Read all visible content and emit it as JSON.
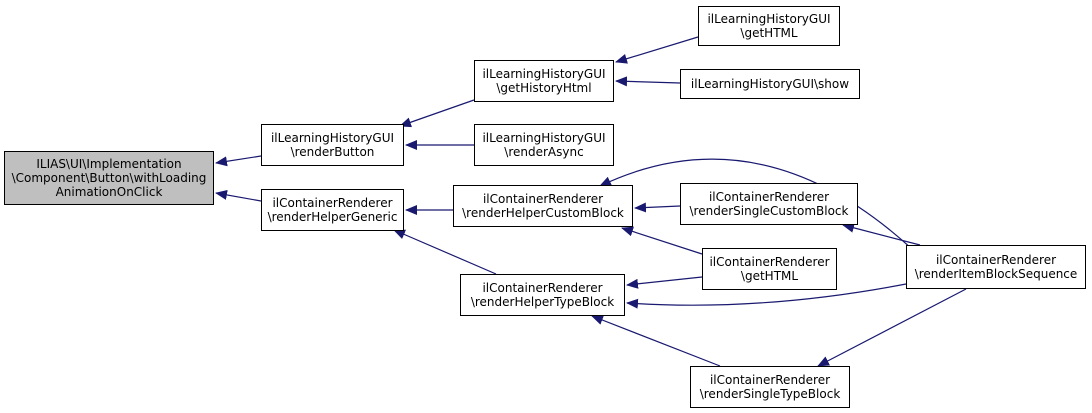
{
  "nodes": {
    "root": [
      "ILIAS\\UI\\Implementation",
      "\\Component\\Button\\withLoading",
      "AnimationOnClick"
    ],
    "render_button": [
      "ilLearningHistoryGUI",
      "\\renderButton"
    ],
    "render_helper_generic": [
      "ilContainerRenderer",
      "\\renderHelperGeneric"
    ],
    "get_history_html": [
      "ilLearningHistoryGUI",
      "\\getHistoryHtml"
    ],
    "render_async": [
      "ilLearningHistoryGUI",
      "\\renderAsync"
    ],
    "render_helper_custom_block": [
      "ilContainerRenderer",
      "\\renderHelperCustomBlock"
    ],
    "render_helper_type_block": [
      "ilContainerRenderer",
      "\\renderHelperTypeBlock"
    ],
    "lh_get_html": [
      "ilLearningHistoryGUI",
      "\\getHTML"
    ],
    "lh_show": [
      "ilLearningHistoryGUI\\show"
    ],
    "render_single_custom_block": [
      "ilContainerRenderer",
      "\\renderSingleCustomBlock"
    ],
    "cr_get_html": [
      "ilContainerRenderer",
      "\\getHTML"
    ],
    "render_single_type_block": [
      "ilContainerRenderer",
      "\\renderSingleTypeBlock"
    ],
    "render_item_block_sequence": [
      "ilContainerRenderer",
      "\\renderItemBlockSequence"
    ]
  },
  "edges": [
    [
      "render_button",
      "root"
    ],
    [
      "render_helper_generic",
      "root"
    ],
    [
      "get_history_html",
      "render_button"
    ],
    [
      "render_async",
      "render_button"
    ],
    [
      "lh_get_html",
      "get_history_html"
    ],
    [
      "lh_show",
      "get_history_html"
    ],
    [
      "render_helper_custom_block",
      "render_helper_generic"
    ],
    [
      "render_helper_type_block",
      "render_helper_generic"
    ],
    [
      "render_single_custom_block",
      "render_helper_custom_block"
    ],
    [
      "cr_get_html",
      "render_helper_custom_block"
    ],
    [
      "render_item_block_sequence",
      "render_helper_custom_block"
    ],
    [
      "cr_get_html",
      "render_helper_type_block"
    ],
    [
      "render_item_block_sequence",
      "render_helper_type_block"
    ],
    [
      "render_single_type_block",
      "render_helper_type_block"
    ],
    [
      "render_item_block_sequence",
      "render_single_custom_block"
    ],
    [
      "render_item_block_sequence",
      "render_single_type_block"
    ]
  ],
  "colors": {
    "edge": "#191970",
    "root_fill": "#bfbfbf",
    "node_fill": "#ffffff",
    "border": "#000000"
  }
}
